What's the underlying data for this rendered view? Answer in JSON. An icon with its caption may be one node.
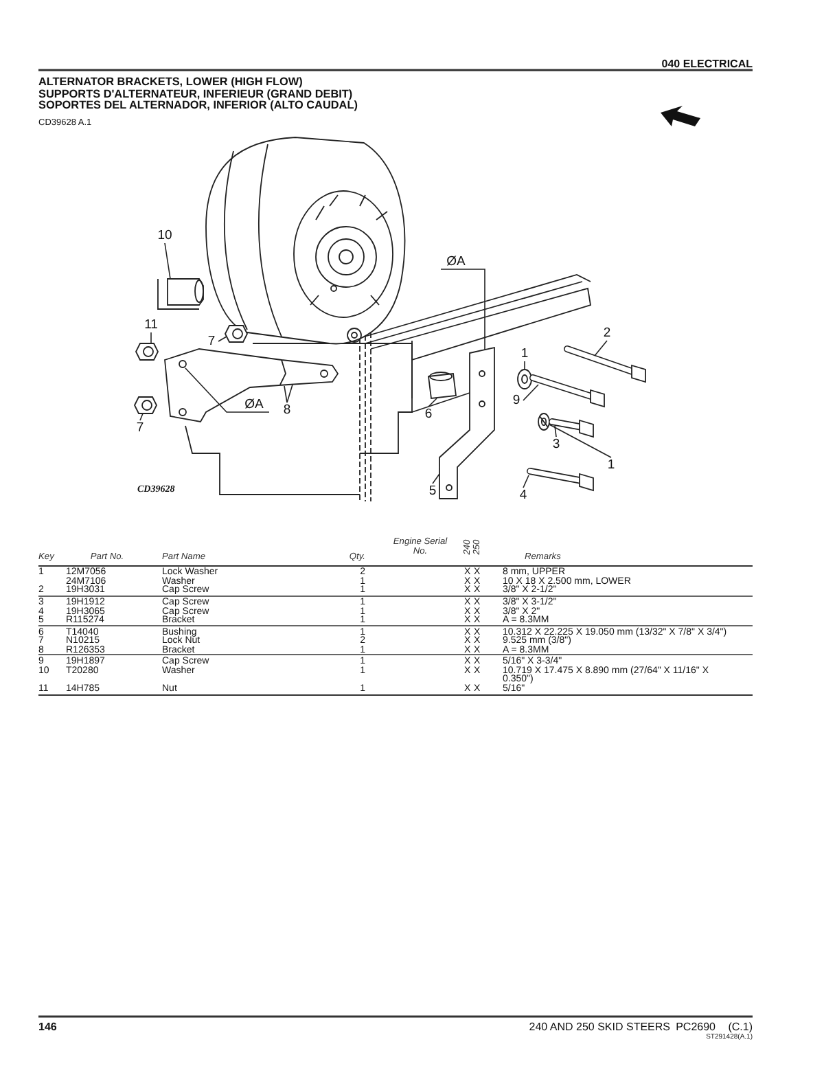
{
  "diagram": {
    "title": "ALTERNATOR BRACKETS, LOWER (HIGH FLOW)",
    "nodes": [
      {
        "text": [
          "10"
        ]
      },
      {
        "text": [
          "ØA"
        ]
      },
      {
        "text": [
          "11"
        ]
      },
      {
        "text": [
          "2"
        ]
      },
      {
        "text": [
          "7"
        ]
      },
      {
        "text": [
          "1"
        ]
      },
      {
        "text": [
          "ØA"
        ]
      },
      {
        "text": [
          "9"
        ]
      },
      {
        "text": [
          "8"
        ]
      },
      {
        "text": [
          "6"
        ]
      },
      {
        "text": [
          "7"
        ]
      },
      {
        "text": [
          "3"
        ]
      },
      {
        "text": [
          "1"
        ]
      },
      {
        "text": [
          "5"
        ]
      },
      {
        "text": [
          "4"
        ]
      },
      {
        "text": [],
        "shape": "picture"
      },
      {
        "text": [],
        "shape": "picture"
      },
      {
        "text": [],
        "shape": "picture"
      },
      {
        "text": [],
        "shape": "picture"
      },
      {
        "text": [],
        "shape": "picture"
      },
      {
        "text": [],
        "shape": "picture"
      },
      {
        "text": [],
        "shape": "picture"
      },
      {
        "text": [],
        "shape": "picture"
      },
      {
        "text": [],
        "shape": "picture"
      },
      {
        "text": [],
        "shape": "picture"
      },
      {
        "text": [],
        "shape": "picture"
      },
      {
        "text": [],
        "shape": "picture"
      },
      {
        "text": [],
        "shape": "picture"
      }
    ],
    "edges": [
      {
        "from": 0,
        "to": 15,
        "arrow": "none"
      },
      {
        "from": 1,
        "to": 19,
        "arrow": "none"
      },
      {
        "from": 2,
        "to": 17,
        "arrow": "none"
      },
      {
        "from": 3,
        "to": 18,
        "arrow": "none"
      },
      {
        "from": 4,
        "to": 16,
        "arrow": "none"
      },
      {
        "from": 5,
        "to": 21,
        "arrow": "none"
      },
      {
        "from": 6,
        "to": 20,
        "arrow": "none"
      },
      {
        "from": 7,
        "to": 22,
        "arrow": "none"
      },
      {
        "from": 8,
        "to": 20,
        "arrow": "none"
      },
      {
        "from": 8,
        "to": 20,
        "arrow": "none"
      },
      {
        "from": 9,
        "to": 23,
        "arrow": "none"
      },
      {
        "from": 10,
        "to": 24,
        "arrow": "none"
      },
      {
        "from": 11,
        "to": 26,
        "arrow": "none"
      },
      {
        "from": 12,
        "to": 25,
        "arrow": "none"
      },
      {
        "from": 13,
        "to": 19,
        "arrow": "none"
      },
      {
        "from": 14,
        "to": 27,
        "arrow": "none"
      }
    ],
    "labels": [
      "040 ELECTRICAL",
      "SUPPORTS D'ALTERNATEUR, INFERIEUR (GRAND DEBIT)",
      "SOPORTES DEL ALTERNADOR, INFERIOR (ALTO CAUDAL)",
      "CD39628 A.1",
      "CD39628",
      "Key",
      "Part No.",
      "Part Name",
      "Qty.",
      "Engine Serial No.",
      "240",
      "250",
      "Remarks",
      "1",
      "12M7056",
      "Lock Washer",
      "2",
      "X",
      "X",
      "8 mm, UPPER",
      "24M7106",
      "Washer",
      "1",
      "X",
      "X",
      "10 X 18 X 2.500 mm, LOWER",
      "2",
      "19H3031",
      "Cap Screw",
      "1",
      "X",
      "X",
      "3/8\" X 2-1/2\"",
      "3",
      "19H1912",
      "Cap Screw",
      "1",
      "X",
      "X",
      "3/8\" X 3-1/2\"",
      "4",
      "19H3065",
      "Cap Screw",
      "1",
      "X",
      "X",
      "3/8\" X 2\"",
      "5",
      "R115274",
      "Bracket",
      "1",
      "X",
      "X",
      "A = 8.3MM",
      "6",
      "T14040",
      "Bushing",
      "1",
      "X",
      "X",
      "10.312 X 22.225 X 19.050 mm (13/32\" X 7/8\" X 3/4\")",
      "7",
      "N10215",
      "Lock Nut",
      "2",
      "X",
      "X",
      "9.525 mm (3/8\")",
      "8",
      "R126353",
      "Bracket",
      "1",
      "X",
      "X",
      "A = 8.3MM",
      "9",
      "19H1897",
      "Cap Screw",
      "1",
      "X",
      "X",
      "5/16\" X 3-3/4\"",
      "10",
      "T20280",
      "Washer",
      "1",
      "X",
      "X",
      "10.719 X 17.475 X 8.890 mm (27/64\" X 11/16\" X 0.350\")",
      "11",
      "14H785",
      "Nut",
      "1",
      "X",
      "X",
      "5/16\"",
      "146",
      "240 AND 250 SKID STEERS",
      "PC2690",
      "(C.1)",
      "ST291428(A.1)"
    ]
  }
}
